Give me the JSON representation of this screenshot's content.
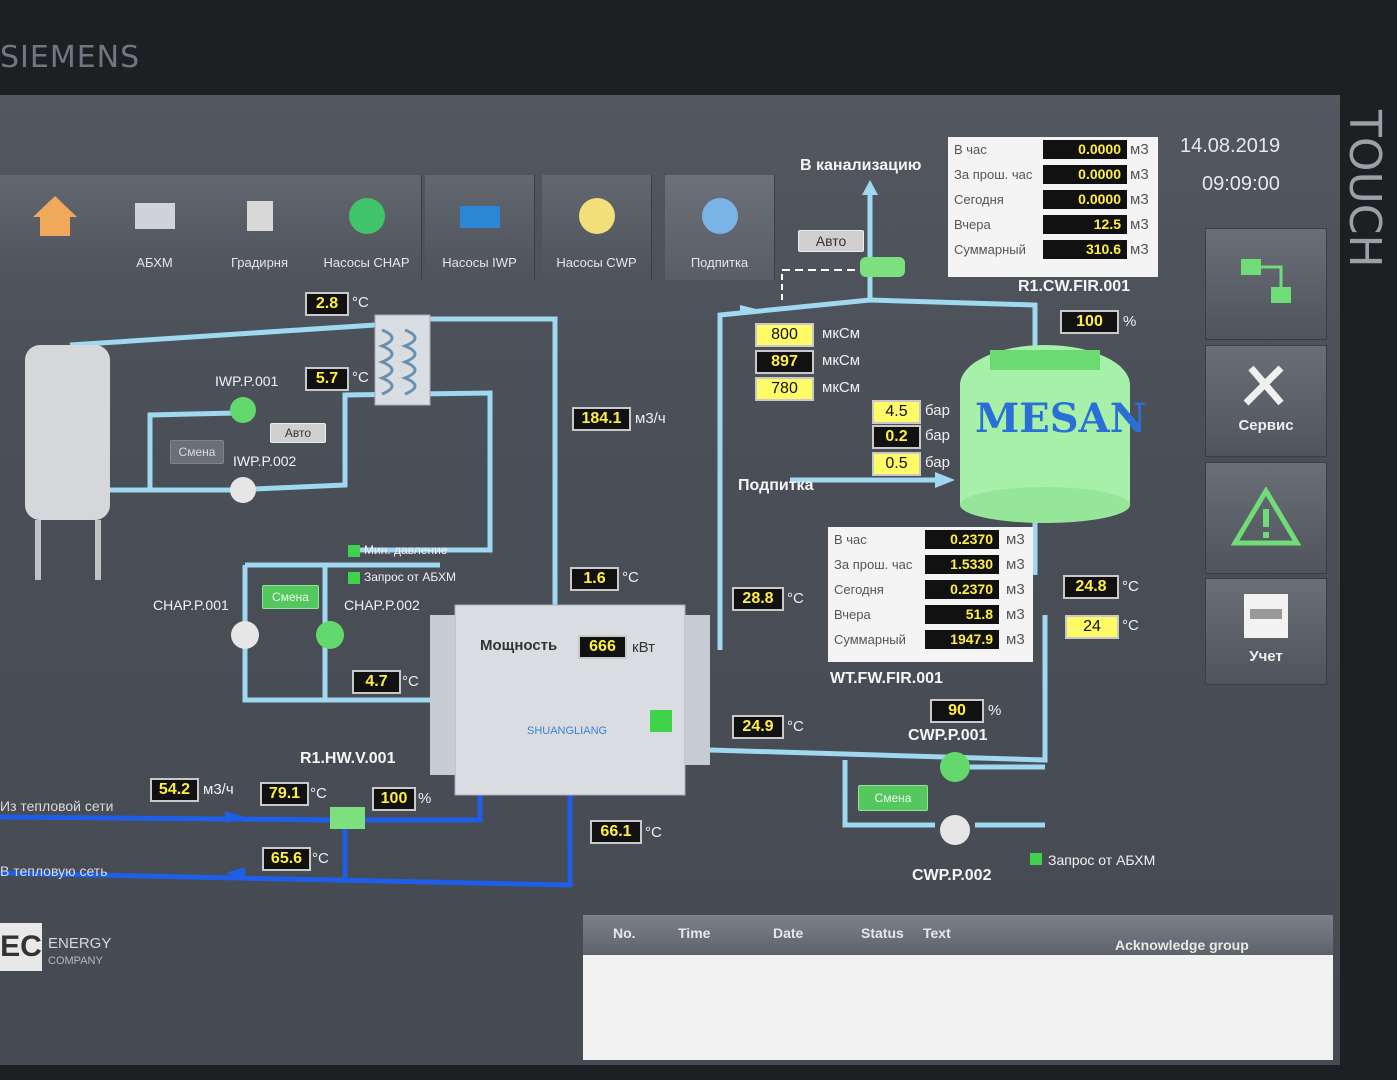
{
  "bezel": {
    "brand": "SIEMENS",
    "touch": "TOUCH"
  },
  "header": {
    "date": "14.08.2019",
    "time": "09:09:00"
  },
  "nav": [
    {
      "label": "",
      "icon": "home-icon"
    },
    {
      "label": "АБХМ",
      "icon": "chiller-icon"
    },
    {
      "label": "Градирня",
      "icon": "cooling-tower-icon"
    },
    {
      "label": "Насосы CHAP",
      "icon": "pump-icon"
    },
    {
      "label": "Насосы IWP",
      "icon": "pump-icon"
    },
    {
      "label": "Насосы CWP",
      "icon": "pump-icon"
    },
    {
      "label": "Подпитка",
      "icon": "fan-pump-icon"
    }
  ],
  "sewer": {
    "label": "В канализацию",
    "mode": "Авто"
  },
  "sewer_meter": {
    "rows": [
      {
        "label": "В час",
        "value": "0.0000",
        "unit": "м3"
      },
      {
        "label": "За прош. час",
        "value": "0.0000",
        "unit": "м3"
      },
      {
        "label": "Сегодня",
        "value": "0.0000",
        "unit": "м3"
      },
      {
        "label": "Вчера",
        "value": "12.5",
        "unit": "м3"
      },
      {
        "label": "Суммарный",
        "value": "310.6",
        "unit": "м3"
      }
    ],
    "tag": "R1.CW.FIR.001"
  },
  "tower": {
    "brand": "MESAN",
    "fan_percent": "100",
    "fan_unit": "%",
    "conductivity": [
      {
        "value": "800",
        "unit": "мкСм"
      },
      {
        "value": "897",
        "unit": "мкСм"
      },
      {
        "value": "780",
        "unit": "мкСм"
      }
    ],
    "pressure": [
      {
        "value": "4.5",
        "unit": "бар"
      },
      {
        "value": "0.2",
        "unit": "бар"
      },
      {
        "value": "0.5",
        "unit": "бар"
      }
    ],
    "makeup_label": "Подпитка",
    "out_temp": "24.8",
    "out_setpoint": "24",
    "temp_unit": "°C"
  },
  "makeup_meter": {
    "rows": [
      {
        "label": "В час",
        "value": "0.2370",
        "unit": "м3"
      },
      {
        "label": "За прош. час",
        "value": "1.5330",
        "unit": "м3"
      },
      {
        "label": "Сегодня",
        "value": "0.2370",
        "unit": "м3"
      },
      {
        "label": "Вчера",
        "value": "51.8",
        "unit": "м3"
      },
      {
        "label": "Суммарный",
        "value": "1947.9",
        "unit": "м3"
      }
    ],
    "tag": "WT.FW.FIR.001"
  },
  "iwp": {
    "hx_temp": "2.8",
    "supply_temp": "5.7",
    "temp_unit": "°C",
    "pump1": "IWP.P.001",
    "pump2": "IWP.P.002",
    "switch": "Смена",
    "mode": "Авто",
    "flow": "184.1",
    "flow_unit": "м3/ч",
    "chiller_out_temp": "1.6"
  },
  "chap": {
    "pump1": "CHAP.P.001",
    "pump2": "CHAP.P.002",
    "switch": "Смена",
    "temp": "4.7",
    "min_pressure": "Мин. давление",
    "request": "Запрос от АБХМ"
  },
  "chiller": {
    "power_label": "Мощность",
    "power": "666",
    "power_unit": "кВт",
    "brand": "SHUANGLIANG",
    "cw_in_temp": "28.8",
    "cw_out_temp": "24.9",
    "hw_out_temp": "66.1"
  },
  "cwp": {
    "speed": "90",
    "speed_unit": "%",
    "pump1": "CWP.P.001",
    "pump2": "CWP.P.002",
    "switch": "Смена",
    "request": "Запрос от АБХМ"
  },
  "heat": {
    "in_label": "Из тепловой сети",
    "out_label": "В тепловую сеть",
    "flow": "54.2",
    "flow_unit": "м3/ч",
    "in_temp": "79.1",
    "out_temp": "65.6",
    "valve": "R1.HW.V.001",
    "valve_pos": "100",
    "valve_unit": "%"
  },
  "side": [
    {
      "label": "",
      "icon": "network-icon"
    },
    {
      "label": "Сервис",
      "icon": "tools-icon"
    },
    {
      "label": "",
      "icon": "warning-icon"
    },
    {
      "label": "Учет",
      "icon": "accounting-icon"
    }
  ],
  "alarm_table": {
    "columns": [
      "No.",
      "Time",
      "Date",
      "Status",
      "Text",
      "Acknowledge group"
    ]
  },
  "logo": {
    "initials": "EC",
    "line1": "ENERGY",
    "line2": "COMPANY"
  },
  "colors": {
    "supply_pipe": "#8ad0ea",
    "heating_pipe": "#1f5ee8",
    "value_text": "#ffee44",
    "accent_green": "#3fd24b"
  }
}
